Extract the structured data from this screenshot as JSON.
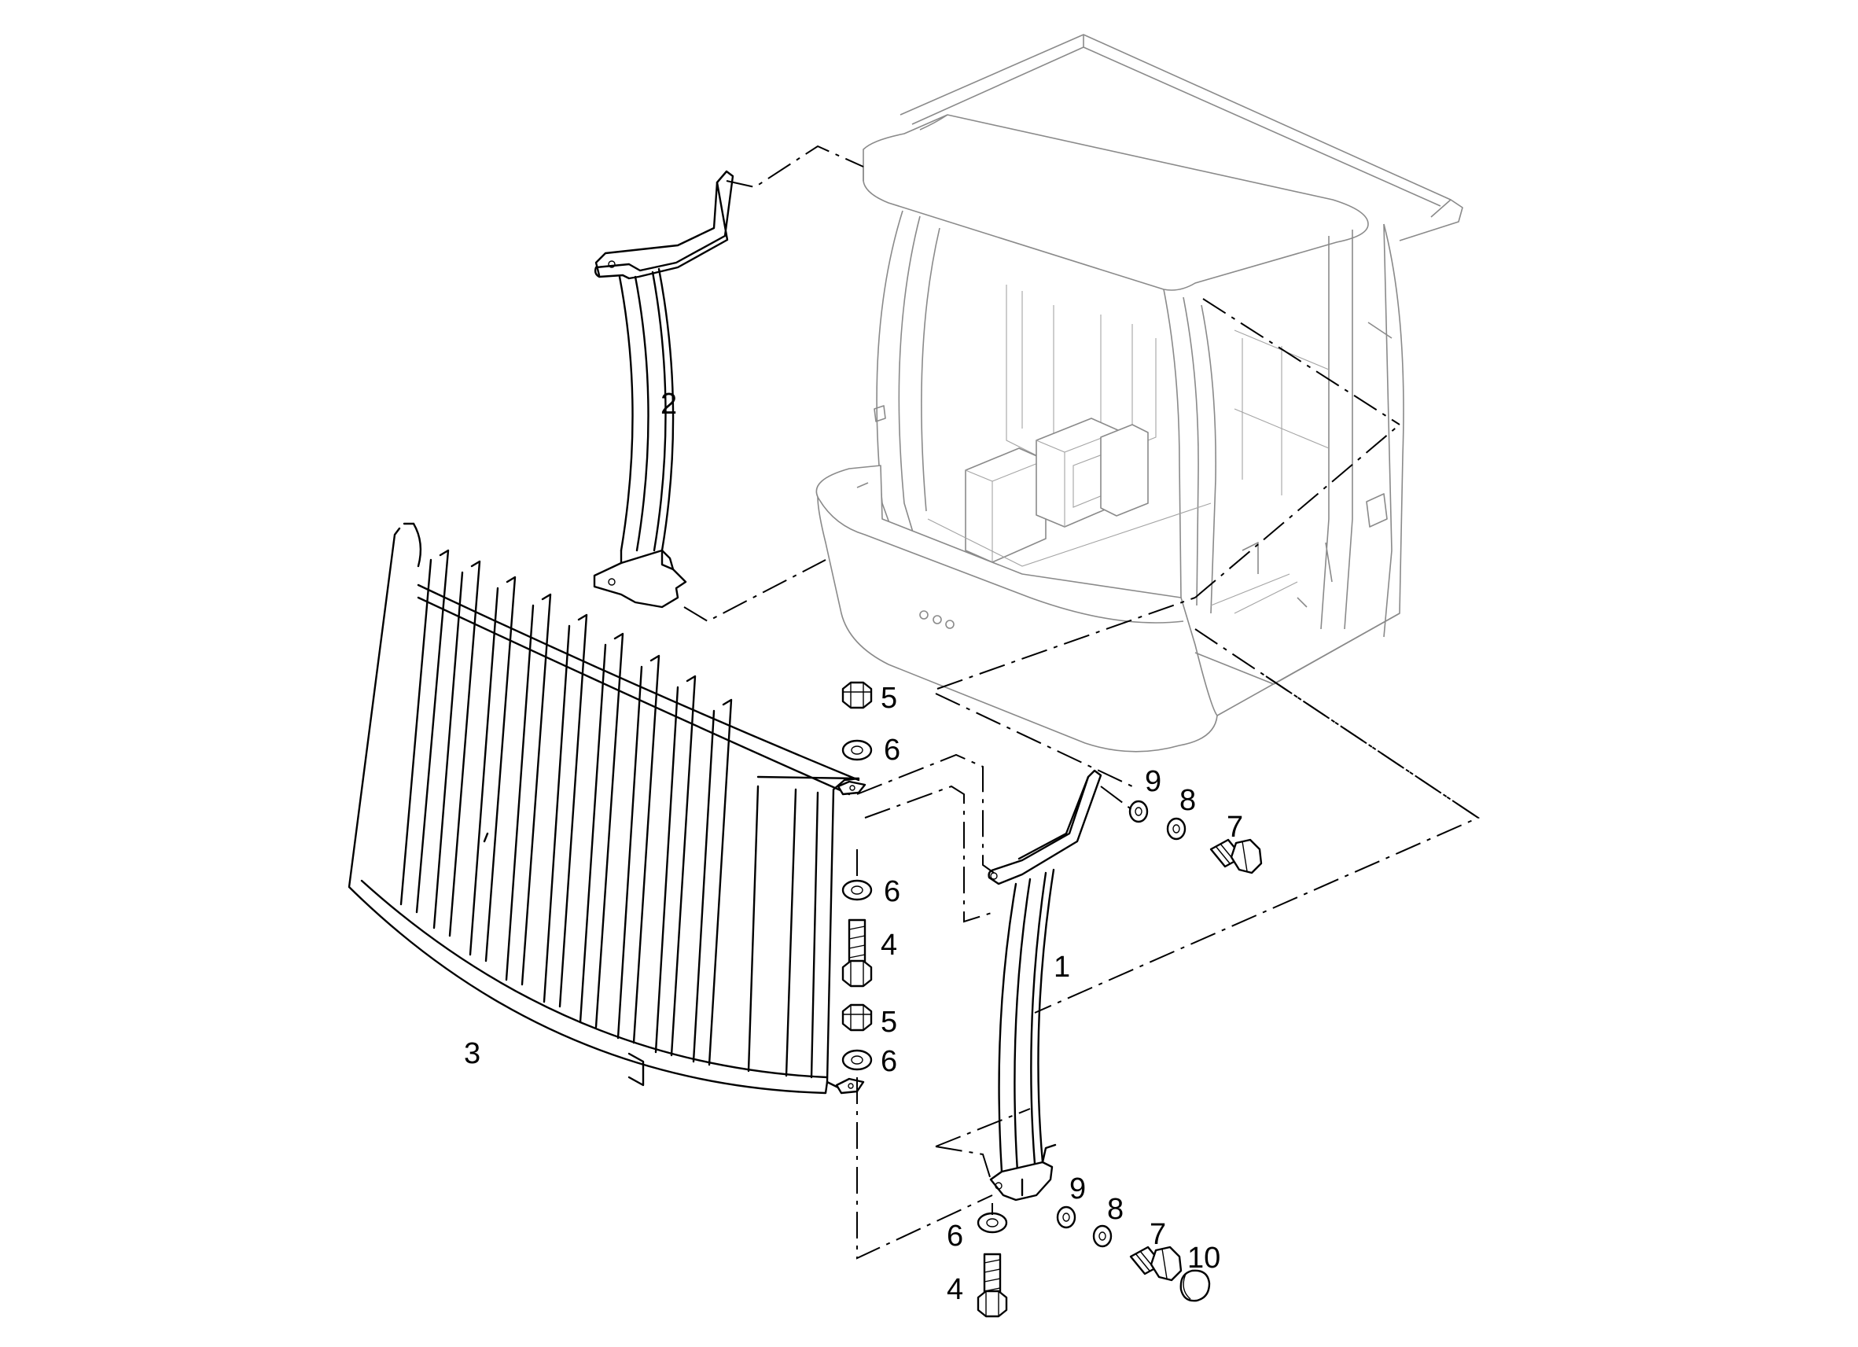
{
  "callouts": [
    {
      "id": "1",
      "text": "1"
    },
    {
      "id": "2",
      "text": "2"
    },
    {
      "id": "3",
      "text": "3"
    },
    {
      "id": "4a",
      "text": "4"
    },
    {
      "id": "4b",
      "text": "4"
    },
    {
      "id": "5a",
      "text": "5"
    },
    {
      "id": "5b",
      "text": "5"
    },
    {
      "id": "6a",
      "text": "6"
    },
    {
      "id": "6b",
      "text": "6"
    },
    {
      "id": "6c",
      "text": "6"
    },
    {
      "id": "6d",
      "text": "6"
    },
    {
      "id": "7a",
      "text": "7"
    },
    {
      "id": "7b",
      "text": "7"
    },
    {
      "id": "8a",
      "text": "8"
    },
    {
      "id": "8b",
      "text": "8"
    },
    {
      "id": "9a",
      "text": "9"
    },
    {
      "id": "9b",
      "text": "9"
    },
    {
      "id": "10",
      "text": "10"
    }
  ]
}
